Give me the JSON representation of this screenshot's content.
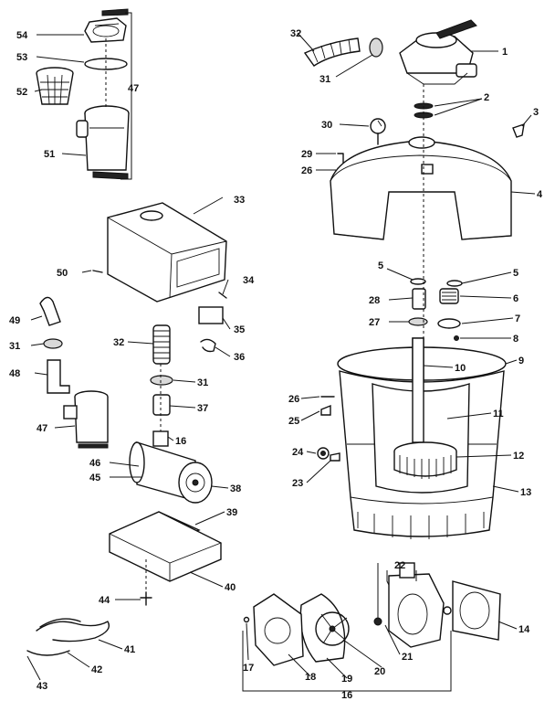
{
  "labels": {
    "l54": "54",
    "l53": "53",
    "l52": "52",
    "l51": "51",
    "l47a": "47",
    "l33": "33",
    "l50": "50",
    "l34": "34",
    "l35": "35",
    "l36": "36",
    "l49": "49",
    "l31a": "31",
    "l48": "48",
    "l32a": "32",
    "l31b": "31",
    "l37": "37",
    "l47b": "47",
    "l16a": "16",
    "l46": "46",
    "l45": "45",
    "l38": "38",
    "l39": "39",
    "l40": "40",
    "l44": "44",
    "l41": "41",
    "l42": "42",
    "l43": "43",
    "l32b": "32",
    "l31c": "31",
    "l1": "1",
    "l2": "2",
    "l3": "3",
    "l30": "30",
    "l29": "29",
    "l26a": "26",
    "l4": "4",
    "l5a": "5",
    "l5b": "5",
    "l28": "28",
    "l6": "6",
    "l27": "27",
    "l7": "7",
    "l8": "8",
    "l10": "10",
    "l9": "9",
    "l26b": "26",
    "l25": "25",
    "l11": "11",
    "l24": "24",
    "l12": "12",
    "l23": "23",
    "l13": "13",
    "l22": "22",
    "l14": "14",
    "l21": "21",
    "l20": "20",
    "l19": "19",
    "l18": "18",
    "l17": "17",
    "l16b": "16"
  }
}
